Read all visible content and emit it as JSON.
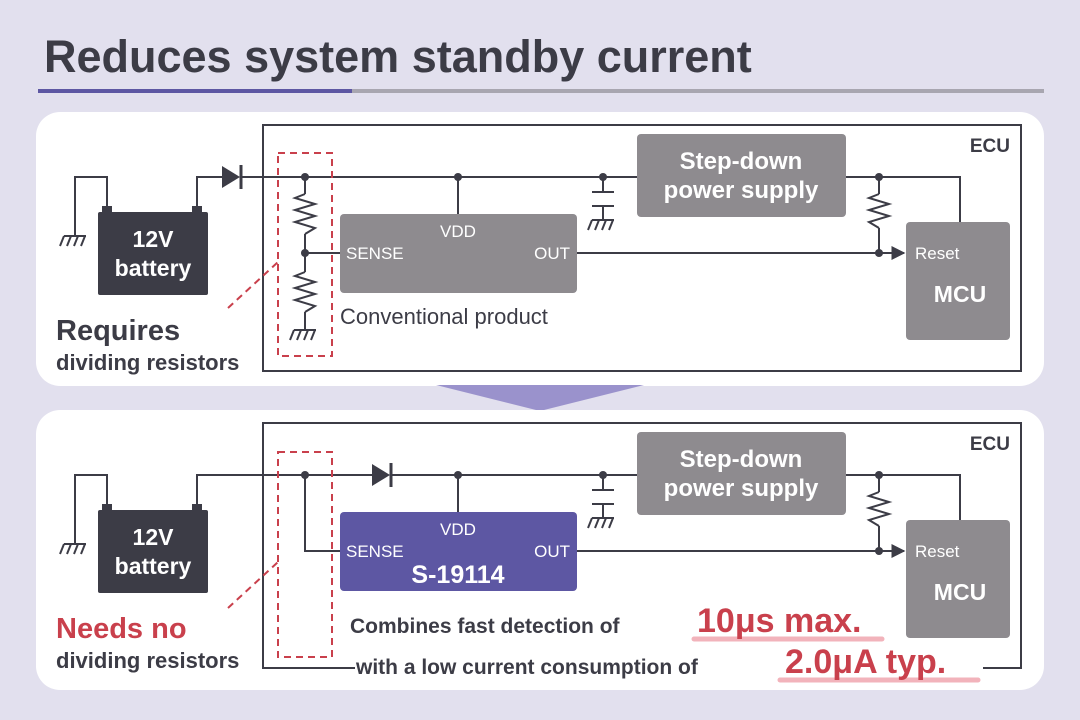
{
  "title": "Reduces system standby current",
  "colors": {
    "background": "#e2e0ee",
    "title_text": "#3c3c46",
    "accent_purple": "#5d57a3",
    "highlight_red": "#c9404c",
    "block_gray": "#8e8b8f",
    "arrow_lavender": "#9a92cc"
  },
  "top_panel": {
    "ecu_label": "ECU",
    "battery_label": [
      "12V",
      "battery"
    ],
    "stepdown_label": [
      "Step-down",
      "power supply"
    ],
    "ic_pins": {
      "vdd": "VDD",
      "sense": "SENSE",
      "out": "OUT"
    },
    "ic_caption": "Conventional product",
    "mcu": {
      "reset": "Reset",
      "name": "MCU"
    },
    "note": [
      "Requires",
      "dividing resistors"
    ]
  },
  "bottom_panel": {
    "ecu_label": "ECU",
    "battery_label": [
      "12V",
      "battery"
    ],
    "stepdown_label": [
      "Step-down",
      "power supply"
    ],
    "ic_pins": {
      "vdd": "VDD",
      "sense": "SENSE",
      "out": "OUT"
    },
    "ic_name": "S-19114",
    "mcu": {
      "reset": "Reset",
      "name": "MCU"
    },
    "note": [
      "Needs no",
      "dividing resistors"
    ],
    "feature_line1": {
      "text": "Combines fast detection of",
      "value": "10μs max."
    },
    "feature_line2": {
      "text": "with a low current consumption of",
      "value": "2.0μA typ."
    }
  }
}
